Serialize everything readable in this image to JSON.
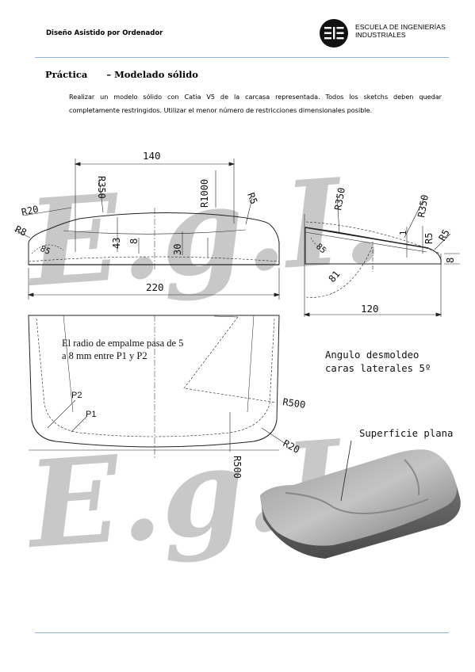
{
  "header": {
    "subject": "Diseño Asistido por Ordenador",
    "institution_line1": "ESCUELA DE INGENIERÍAS",
    "institution_line2": "INDUSTRIALES"
  },
  "title": "Práctica      – Modelado sólido",
  "instructions": "Realizar un modelo sólido con Catia V5 de la carcasa representada. Todos los sketchs deben quedar completamente restringidos. Utilizar el menor número de restricciones dimensionales posible.",
  "watermark": "E.g.I.",
  "drawing": {
    "front": {
      "d140": "140",
      "r350": "R350",
      "r1000": "R1000",
      "r5": "R5",
      "r20": "R20",
      "r8": "R8",
      "a85": "85",
      "d43": "43",
      "d8": "8",
      "d30": "30",
      "d220": "220"
    },
    "side": {
      "r350a": "R350",
      "r350b": "R350",
      "d1": "1",
      "r5a": "R5",
      "r5b": "R5",
      "d8": "8",
      "a85": "85",
      "d81": "81",
      "d120": "120"
    },
    "top": {
      "note_line1": "El radio de empalme pasa de 5",
      "note_line2": "a 8 mm entre P1 y P2",
      "p1": "P1",
      "p2": "P2",
      "r500a": "R500",
      "r500b": "R500",
      "r20": "R20"
    },
    "notes": {
      "draft_line1": "Angulo desmoldeo",
      "draft_line2": "caras laterales 5º",
      "flat_surface": "Superficie plana"
    }
  }
}
